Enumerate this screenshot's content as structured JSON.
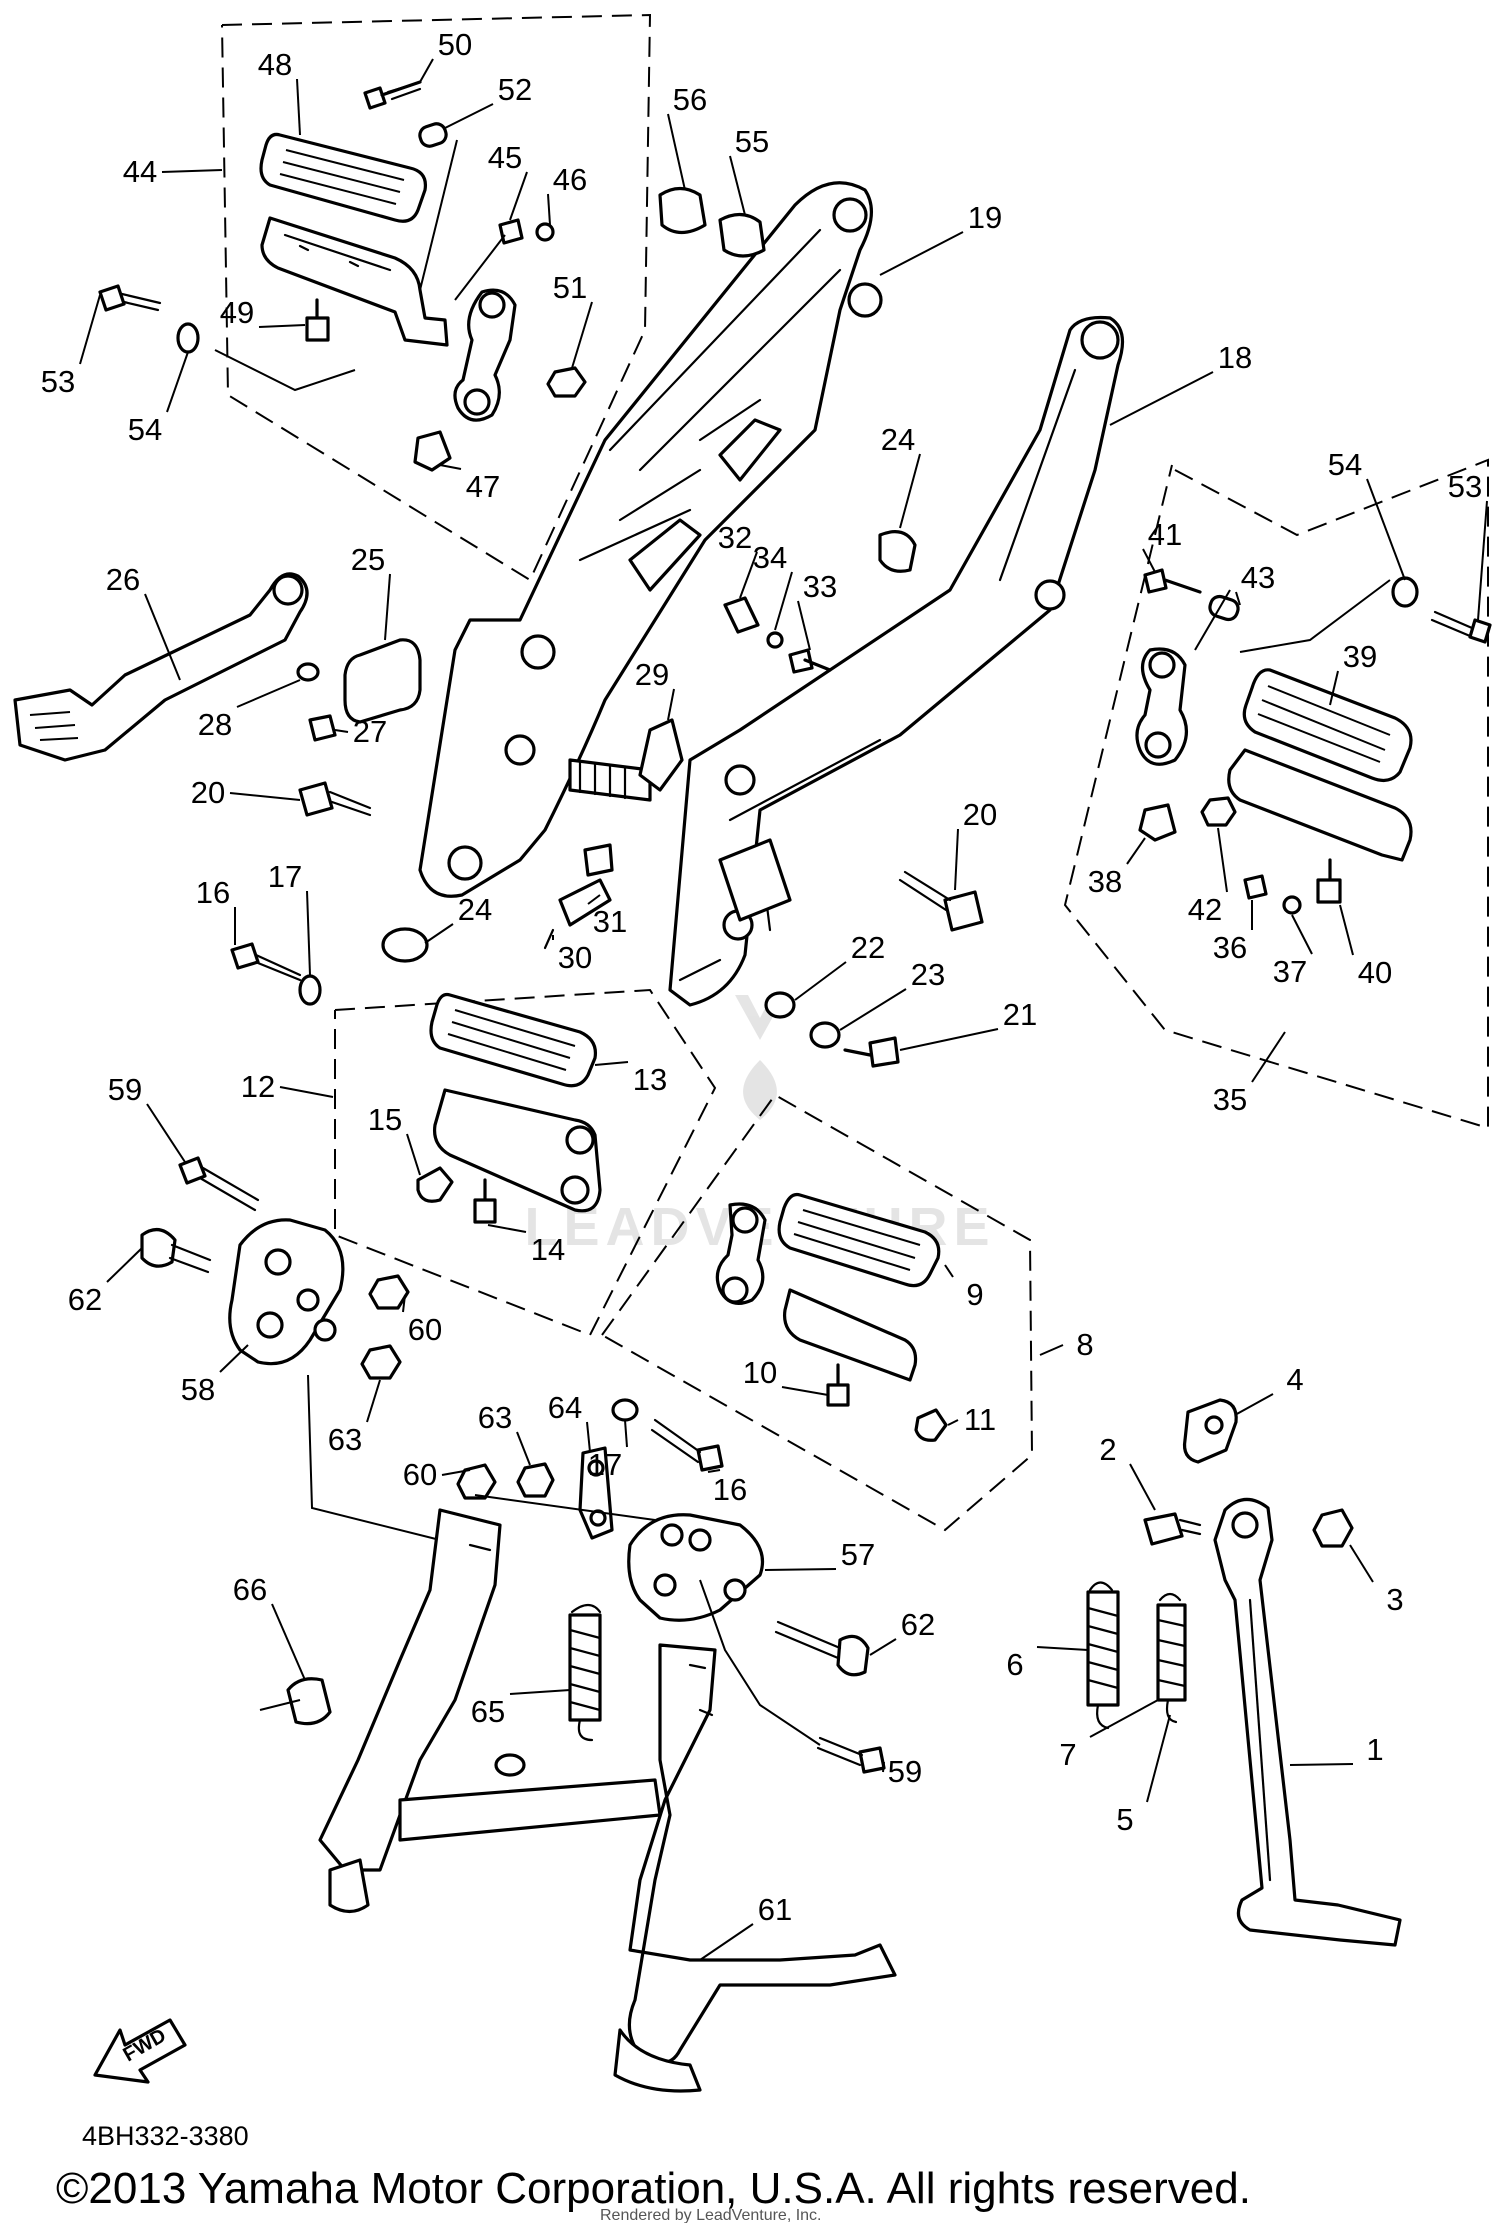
{
  "diagram": {
    "labels": [
      {
        "id": "1",
        "text": "1"
      },
      {
        "id": "2",
        "text": "2"
      },
      {
        "id": "3",
        "text": "3"
      },
      {
        "id": "4",
        "text": "4"
      },
      {
        "id": "5",
        "text": "5"
      },
      {
        "id": "6",
        "text": "6"
      },
      {
        "id": "7",
        "text": "7"
      },
      {
        "id": "8",
        "text": "8"
      },
      {
        "id": "9",
        "text": "9"
      },
      {
        "id": "10",
        "text": "10"
      },
      {
        "id": "11",
        "text": "11"
      },
      {
        "id": "12",
        "text": "12"
      },
      {
        "id": "13",
        "text": "13"
      },
      {
        "id": "14",
        "text": "14"
      },
      {
        "id": "15",
        "text": "15"
      },
      {
        "id": "16a",
        "text": "16"
      },
      {
        "id": "16b",
        "text": "16"
      },
      {
        "id": "17a",
        "text": "17"
      },
      {
        "id": "17b",
        "text": "17"
      },
      {
        "id": "18",
        "text": "18"
      },
      {
        "id": "19",
        "text": "19"
      },
      {
        "id": "20a",
        "text": "20"
      },
      {
        "id": "20b",
        "text": "20"
      },
      {
        "id": "21",
        "text": "21"
      },
      {
        "id": "22",
        "text": "22"
      },
      {
        "id": "23",
        "text": "23"
      },
      {
        "id": "24a",
        "text": "24"
      },
      {
        "id": "24b",
        "text": "24"
      },
      {
        "id": "25",
        "text": "25"
      },
      {
        "id": "26",
        "text": "26"
      },
      {
        "id": "27",
        "text": "27"
      },
      {
        "id": "28",
        "text": "28"
      },
      {
        "id": "29",
        "text": "29"
      },
      {
        "id": "30",
        "text": "30"
      },
      {
        "id": "31",
        "text": "31"
      },
      {
        "id": "32",
        "text": "32"
      },
      {
        "id": "33",
        "text": "33"
      },
      {
        "id": "34",
        "text": "34"
      },
      {
        "id": "35",
        "text": "35"
      },
      {
        "id": "36",
        "text": "36"
      },
      {
        "id": "37",
        "text": "37"
      },
      {
        "id": "38",
        "text": "38"
      },
      {
        "id": "39",
        "text": "39"
      },
      {
        "id": "40",
        "text": "40"
      },
      {
        "id": "41",
        "text": "41"
      },
      {
        "id": "42",
        "text": "42"
      },
      {
        "id": "43",
        "text": "43"
      },
      {
        "id": "44",
        "text": "44"
      },
      {
        "id": "45",
        "text": "45"
      },
      {
        "id": "46",
        "text": "46"
      },
      {
        "id": "47",
        "text": "47"
      },
      {
        "id": "48",
        "text": "48"
      },
      {
        "id": "49",
        "text": "49"
      },
      {
        "id": "50",
        "text": "50"
      },
      {
        "id": "51",
        "text": "51"
      },
      {
        "id": "52",
        "text": "52"
      },
      {
        "id": "53a",
        "text": "53"
      },
      {
        "id": "53b",
        "text": "53"
      },
      {
        "id": "54a",
        "text": "54"
      },
      {
        "id": "54b",
        "text": "54"
      },
      {
        "id": "55",
        "text": "55"
      },
      {
        "id": "56",
        "text": "56"
      },
      {
        "id": "57",
        "text": "57"
      },
      {
        "id": "58",
        "text": "58"
      },
      {
        "id": "59a",
        "text": "59"
      },
      {
        "id": "59b",
        "text": "59"
      },
      {
        "id": "60a",
        "text": "60"
      },
      {
        "id": "60b",
        "text": "60"
      },
      {
        "id": "61",
        "text": "61"
      },
      {
        "id": "62a",
        "text": "62"
      },
      {
        "id": "62b",
        "text": "62"
      },
      {
        "id": "63a",
        "text": "63"
      },
      {
        "id": "63b",
        "text": "63"
      },
      {
        "id": "64",
        "text": "64"
      },
      {
        "id": "65",
        "text": "65"
      },
      {
        "id": "66",
        "text": "66"
      }
    ],
    "fwd_label": "FWD",
    "part_code": "4BH332-3380",
    "copyright": "©2013 Yamaha Motor Corporation, U.S.A. All rights reserved.",
    "render_credit": "Rendered by LeadVenture, Inc.",
    "watermark": "LEADVENTURE"
  }
}
